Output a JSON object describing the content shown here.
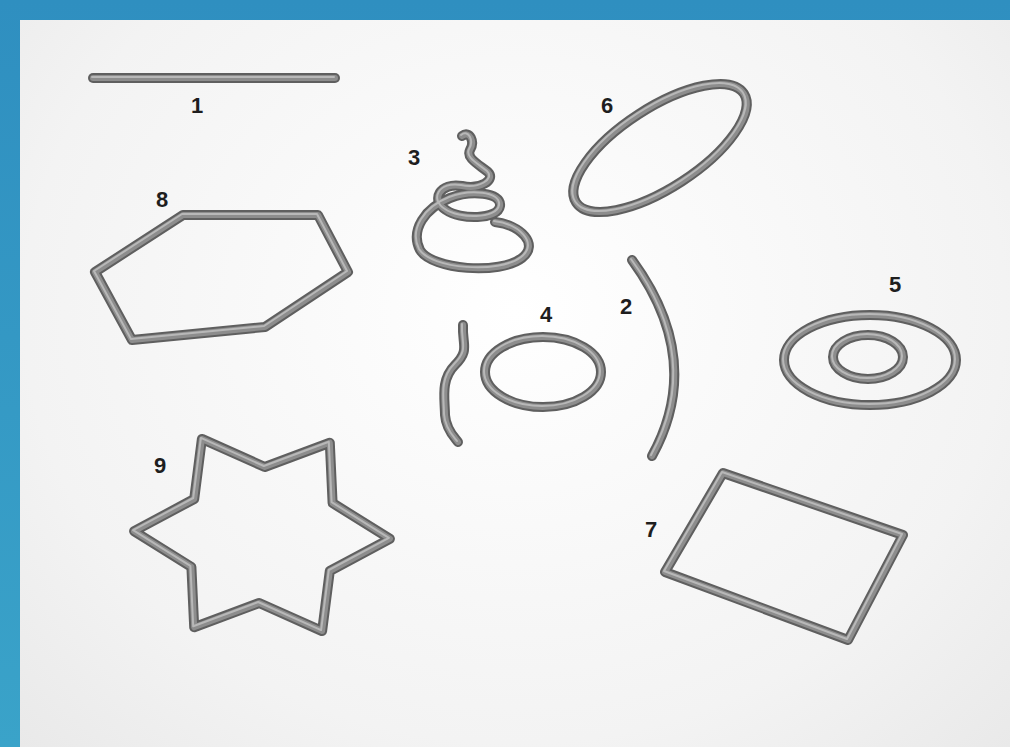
{
  "diagram": {
    "labels": [
      "1",
      "6",
      "3",
      "8",
      "5",
      "2",
      "4",
      "9",
      "7"
    ]
  }
}
